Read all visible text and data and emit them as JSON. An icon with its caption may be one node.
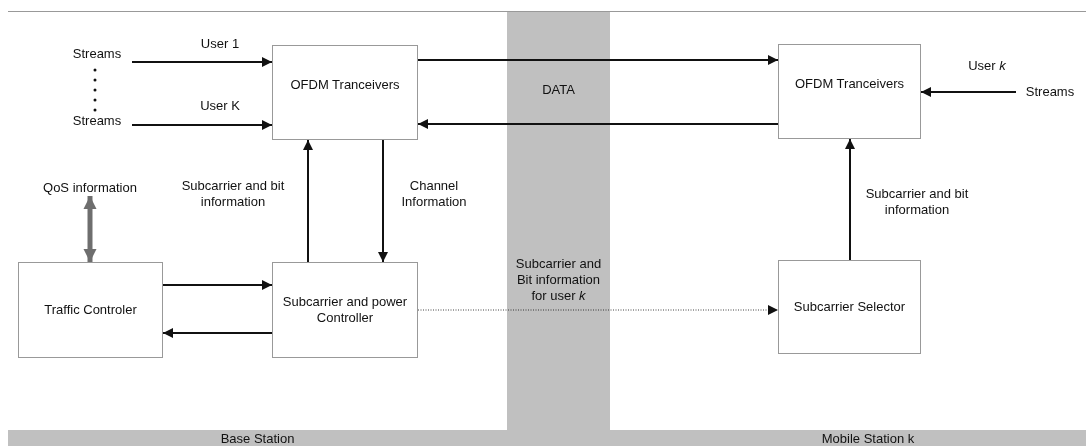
{
  "diagram": {
    "nodes": [
      {
        "text": [
          "Base Station"
        ]
      },
      {
        "text": [
          "Mobile Station k"
        ]
      },
      {
        "text": [
          "Streams"
        ],
        "in": 0
      },
      {
        "text": [
          "Streams"
        ],
        "in": 0
      },
      {
        "text": [
          "QoS information"
        ],
        "in": 0
      },
      {
        "text": [
          "OFDM Tranceivers"
        ],
        "in": 0
      },
      {
        "text": [
          "Traffic Controler"
        ],
        "in": 0
      },
      {
        "text": [
          "Subcarrier and power Controller"
        ],
        "in": 0
      },
      {
        "text": [
          "OFDM Tranceivers"
        ],
        "in": 1
      },
      {
        "text": [
          "Streams"
        ],
        "in": 1
      },
      {
        "text": [
          "Subcarrier Selector"
        ],
        "in": 1
      }
    ],
    "edges": [
      {
        "from": 2,
        "to": 5,
        "arrow": "to",
        "label": "User 1"
      },
      {
        "from": 3,
        "to": 5,
        "arrow": "to",
        "label": "User K"
      },
      {
        "from": 5,
        "to": 8,
        "arrow": "to"
      },
      {
        "from": 8,
        "to": 5,
        "arrow": "to"
      },
      {
        "from": 7,
        "to": 5,
        "arrow": "to",
        "label": "Subcarrier and bit information"
      },
      {
        "from": 5,
        "to": 7,
        "arrow": "to",
        "label": "Channel Information"
      },
      {
        "from": 4,
        "to": 6,
        "arrow": "both",
        "style": "thick",
        "color": "#6e6e6e"
      },
      {
        "from": 6,
        "to": 7,
        "arrow": "to"
      },
      {
        "from": 7,
        "to": 6,
        "arrow": "to"
      },
      {
        "from": 7,
        "to": 10,
        "arrow": "to",
        "style": "dashed",
        "label": "Subcarrier and Bit information for user *k*"
      },
      {
        "from": 9,
        "to": 8,
        "arrow": "to",
        "label": "User *k*"
      },
      {
        "from": 10,
        "to": 8,
        "arrow": "to",
        "label": "Subcarrier and bit information"
      }
    ],
    "labels": [
      "DATA"
    ]
  }
}
